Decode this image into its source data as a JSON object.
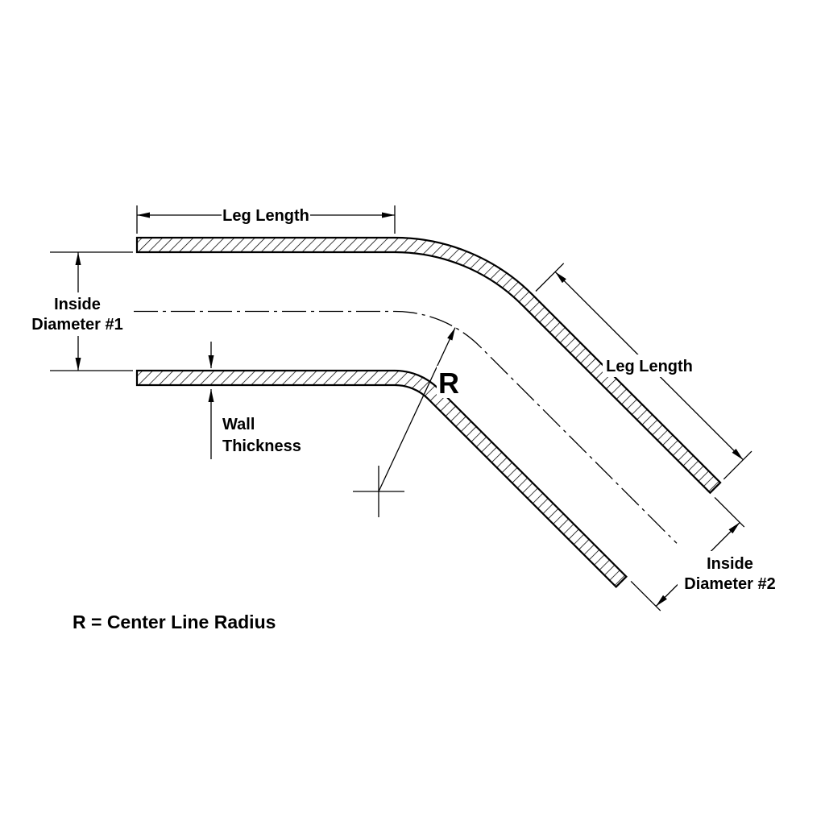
{
  "diagram": {
    "legend": "R = Center Line Radius",
    "labels": {
      "leg_length_top": "Leg Length",
      "leg_length_right": "Leg Length",
      "id1_line1": "Inside",
      "id1_line2": "Diameter #1",
      "id2_line1": "Inside",
      "id2_line2": "Diameter #2",
      "wall_line1": "Wall",
      "wall_line2": "Thickness",
      "radius": "R"
    },
    "colors": {
      "ink": "#000000",
      "background": "#ffffff"
    }
  }
}
